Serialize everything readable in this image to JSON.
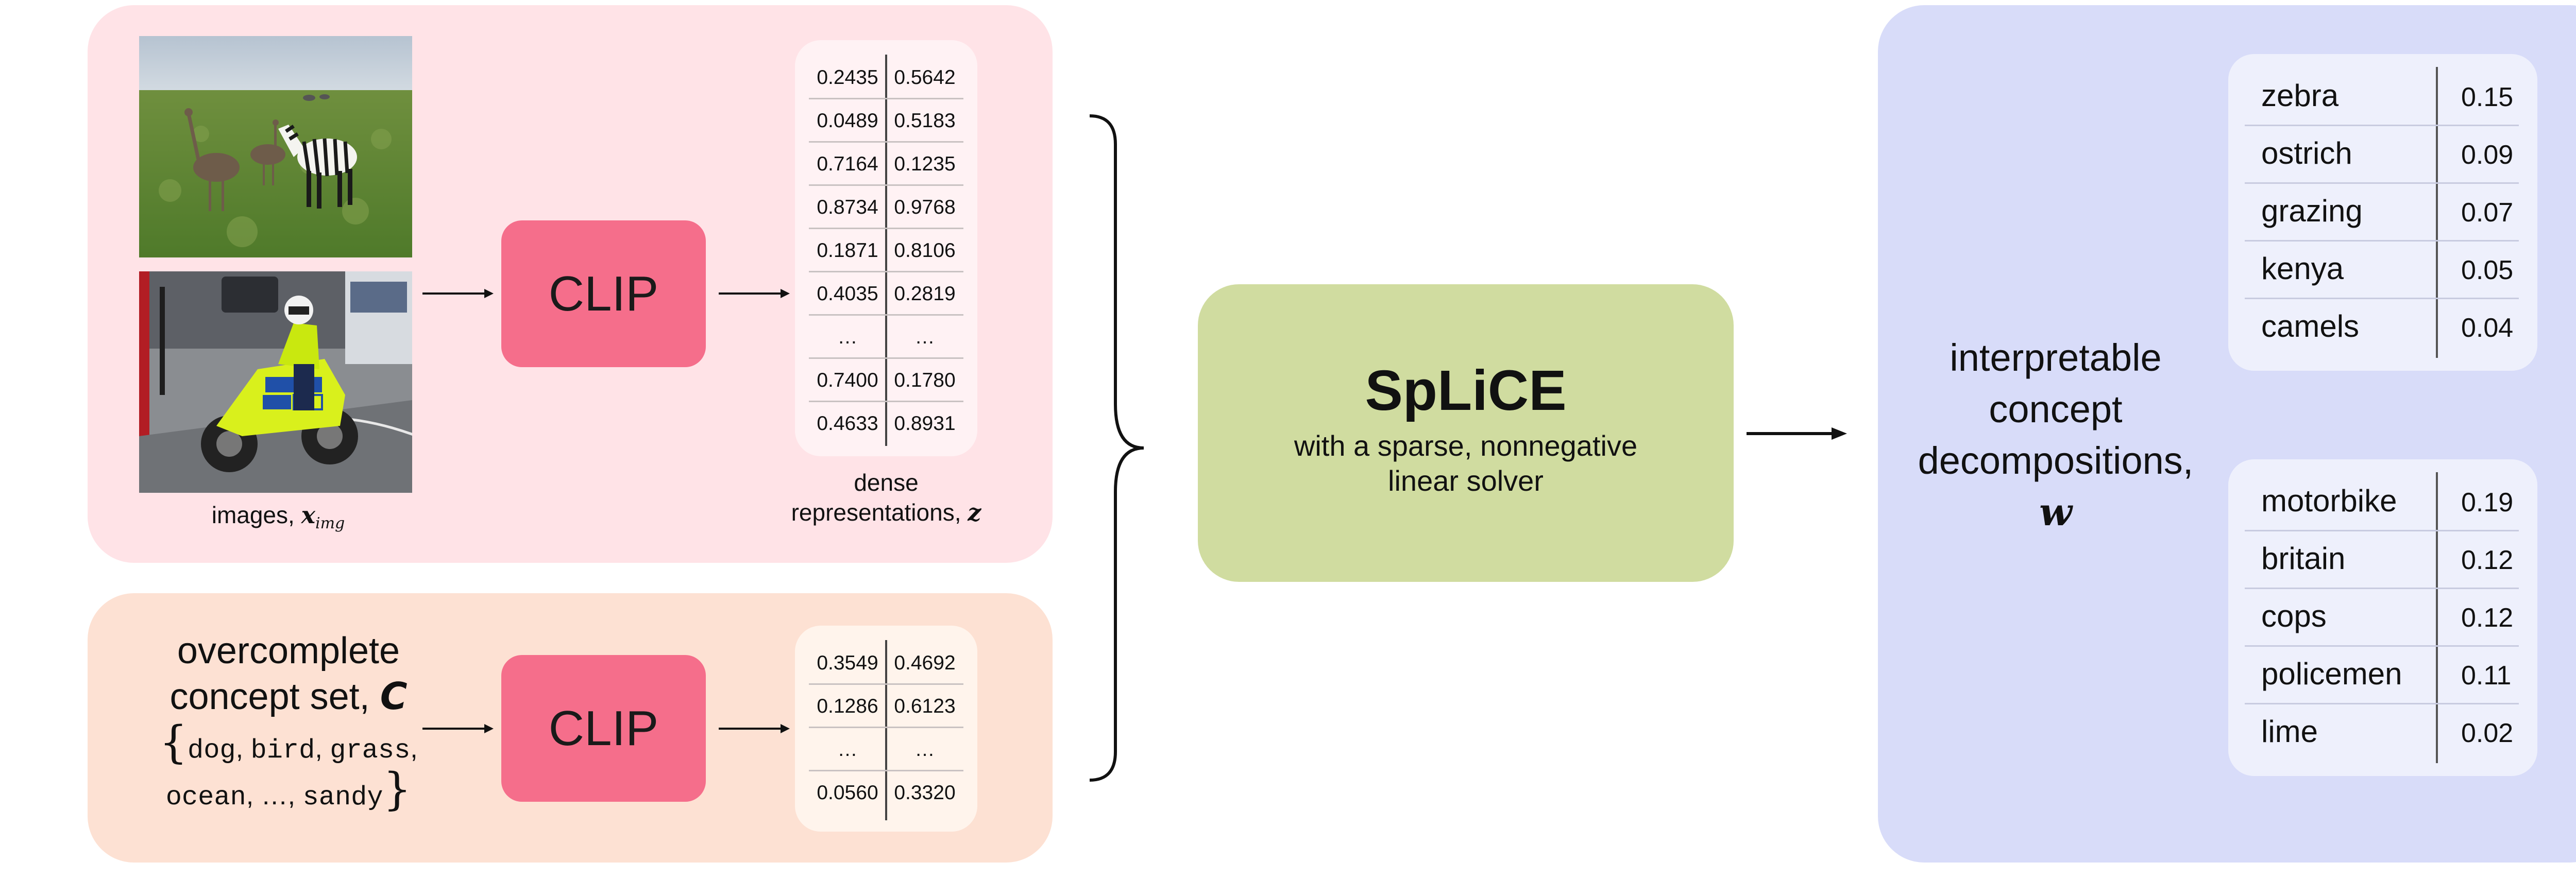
{
  "image_panel": {
    "caption_main": "images, ",
    "caption_var": "x",
    "caption_sub": "img"
  },
  "clip_label_top": "CLIP",
  "clip_label_bottom": "CLIP",
  "dense_vector": {
    "rows": [
      [
        "0.2435",
        "0.5642"
      ],
      [
        "0.0489",
        "0.5183"
      ],
      [
        "0.7164",
        "0.1235"
      ],
      [
        "0.8734",
        "0.9768"
      ],
      [
        "0.1871",
        "0.8106"
      ],
      [
        "0.4035",
        "0.2819"
      ],
      [
        "…",
        "…"
      ],
      [
        "0.7400",
        "0.1780"
      ],
      [
        "0.4633",
        "0.8931"
      ]
    ],
    "caption_line1": "dense",
    "caption_line2": "representations, ",
    "caption_var": "z"
  },
  "concept_panel": {
    "line1": "overcomplete",
    "line2": "concept set, ",
    "var": "C",
    "brace_open": "{",
    "set_part1": "dog",
    "sep1": ", ",
    "set_part2": "bird",
    "sep2": ", ",
    "set_part3": "grass",
    "sep3": ",",
    "set_part4": "ocean",
    "sep4": ", …, ",
    "set_part5": "sandy",
    "brace_close": "}"
  },
  "concept_vector": {
    "rows": [
      [
        "0.3549",
        "0.4692"
      ],
      [
        "0.1286",
        "0.6123"
      ],
      [
        "…",
        "…"
      ],
      [
        "0.0560",
        "0.3320"
      ]
    ]
  },
  "splice": {
    "title": "SpLiCE",
    "line1": "with a sparse, nonnegative",
    "line2": "linear solver"
  },
  "output": {
    "line1": "interpretable",
    "line2": "concept",
    "line3": "decompositions,",
    "var": "w",
    "decomp_top": [
      {
        "concept": "zebra",
        "weight": "0.15"
      },
      {
        "concept": "ostrich",
        "weight": "0.09"
      },
      {
        "concept": "grazing",
        "weight": "0.07"
      },
      {
        "concept": "kenya",
        "weight": "0.05"
      },
      {
        "concept": "camels",
        "weight": "0.04"
      }
    ],
    "decomp_bottom": [
      {
        "concept": "motorbike",
        "weight": "0.19"
      },
      {
        "concept": "britain",
        "weight": "0.12"
      },
      {
        "concept": "cops",
        "weight": "0.12"
      },
      {
        "concept": "policemen",
        "weight": "0.11"
      },
      {
        "concept": "lime",
        "weight": "0.02"
      }
    ]
  },
  "colors": {
    "image_panel_bg": "#ffe3e7",
    "concept_panel_bg": "#fde1d3",
    "clip_box": "#f56e8b",
    "splice_box": "#d0dca0",
    "output_panel_bg": "#d8dcf9",
    "output_card_bg": "#eef0fc",
    "vector_card_pink": "#fff2f4",
    "vector_card_peach": "#fff4ec"
  }
}
